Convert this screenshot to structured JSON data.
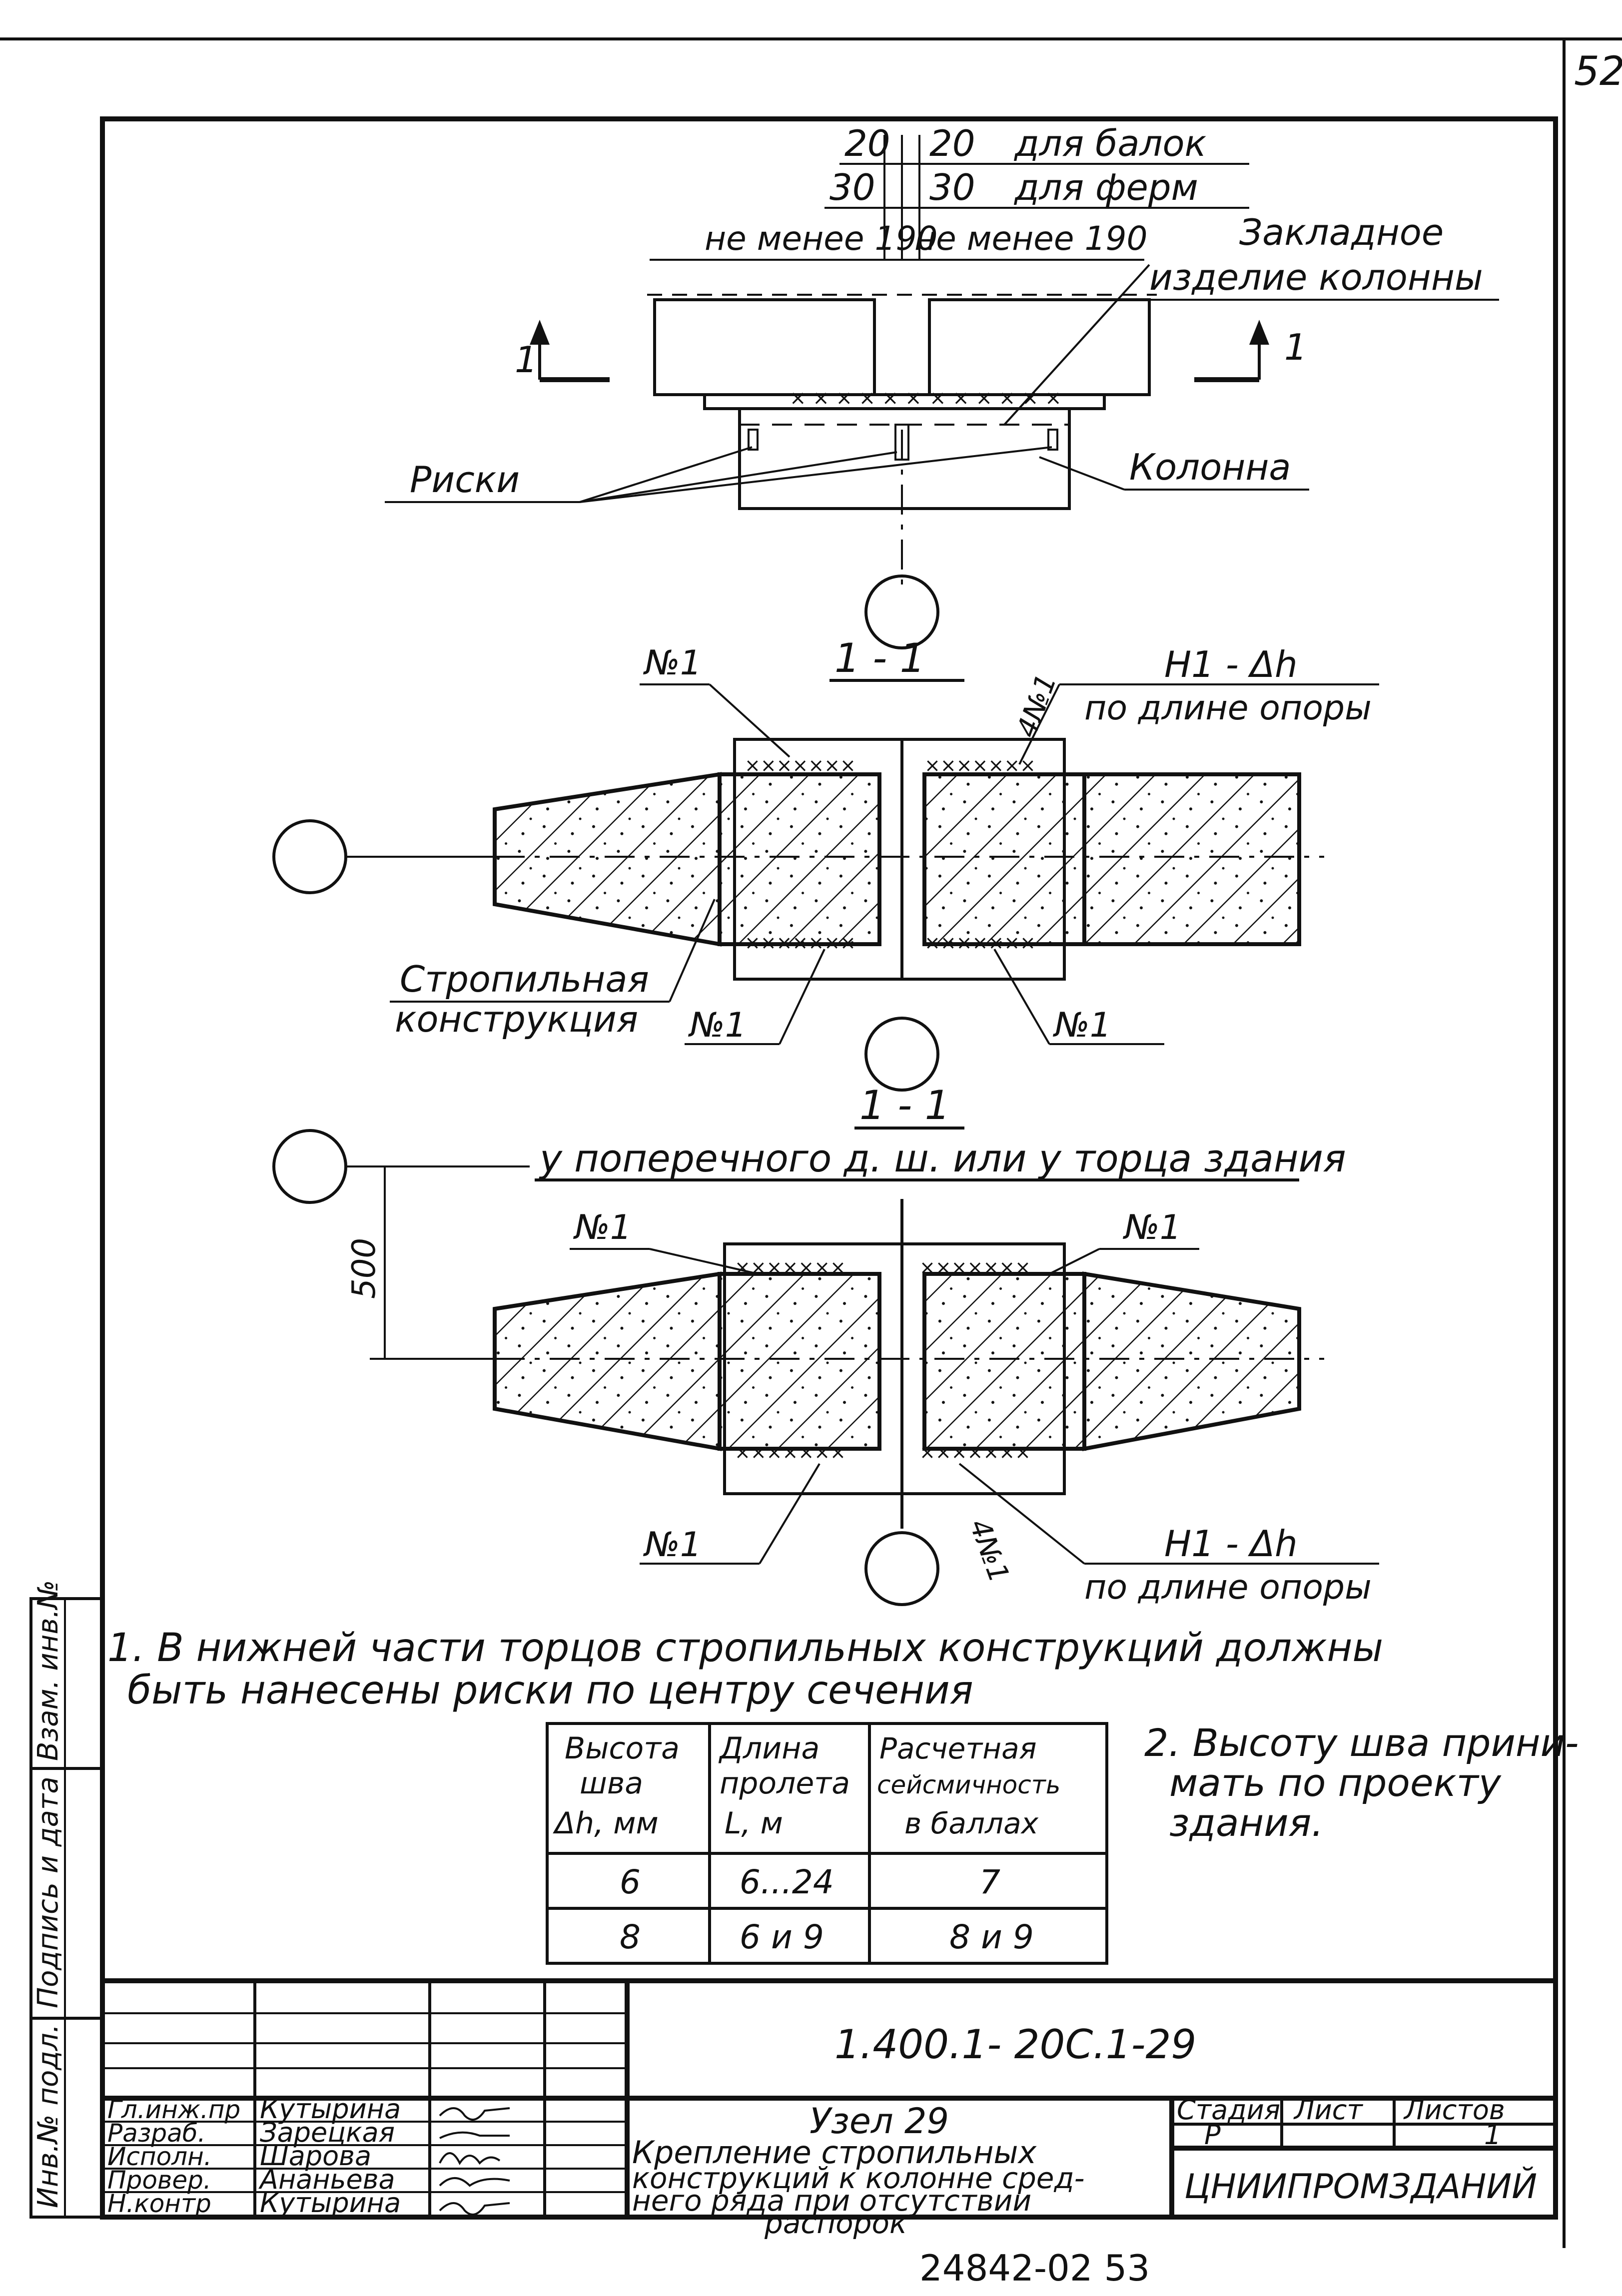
{
  "page_number": "52",
  "detail_top": {
    "dim_beams_left": "20",
    "dim_beams_right": "20",
    "label_beams": "для балок",
    "dim_trusses_left": "30",
    "dim_trusses_right": "30",
    "label_trusses": "для ферм",
    "min_left": "не менее 190",
    "min_right": "не менее 190",
    "embedded_line1": "Закладное",
    "embedded_line2": "изделие колонны",
    "section_mark_left": "1",
    "section_mark_right": "1",
    "marks_label": "Риски",
    "column_label": "Колонна"
  },
  "section_a": {
    "title": "1 - 1",
    "no1_top_left": "№1",
    "weld_top_right": "4№1",
    "h_label": "H1 - Δh",
    "h_sub": "по длине опоры",
    "rafter_line1": "Стропильная",
    "rafter_line2": "конструкция",
    "no1_bottom_left": "№1",
    "no1_bottom_right": "№1"
  },
  "section_b": {
    "title": "1 - 1",
    "subtitle": "у поперечного д. ш. или у торца здания",
    "dim_500": "500",
    "no1_top_left": "№1",
    "no1_top_right": "№1",
    "no1_bottom_left": "№1",
    "weld_bottom_right": "4№1",
    "h_label": "H1 - Δh",
    "h_sub": "по длине опоры"
  },
  "notes": {
    "note1_line1": "1. В нижней части торцов стропильных конструкций должны",
    "note1_line2": "быть нанесены риски по центру сечения",
    "note2_line1": "2. Высоту шва прини-",
    "note2_line2": "мать по проекту",
    "note2_line3": "здания."
  },
  "weld_table": {
    "headers": [
      [
        "Высота",
        "шва",
        "Δh, мм"
      ],
      [
        "Длина",
        "пролета",
        "L, м"
      ],
      [
        "Расчетная",
        "сейсмичность",
        "в баллах"
      ]
    ],
    "rows": [
      [
        "6",
        "6...24",
        "7"
      ],
      [
        "8",
        "6 и 9",
        "8 и 9"
      ]
    ]
  },
  "side_stamp": {
    "cells": [
      "Инв.№ подл.",
      "Подпись и дата",
      "Взам. инв.№"
    ]
  },
  "title_block": {
    "designation": "1.400.1- 20С.1-29",
    "roles": [
      "Гл.инж.пр",
      "Разраб.",
      "Исполн.",
      "Провер.",
      "Н.контр"
    ],
    "names": [
      "Кутырина",
      "Зарецкая",
      "Шарова",
      "Ананьева",
      "Кутырина"
    ],
    "node_title": "Узел 29",
    "desc_line1": "Крепление стропильных",
    "desc_line2": "конструкций к колонне сред-",
    "desc_line3": "него ряда при отсутствии",
    "desc_line4": "распорок",
    "stage_header": "Стадия",
    "sheet_header": "Лист",
    "sheets_header": "Листов",
    "stage_value": "Р",
    "sheet_value": "",
    "sheets_value": "1",
    "organization": "ЦНИИПРОМЗДАНИЙ"
  },
  "footer_code": "24842-02   53"
}
